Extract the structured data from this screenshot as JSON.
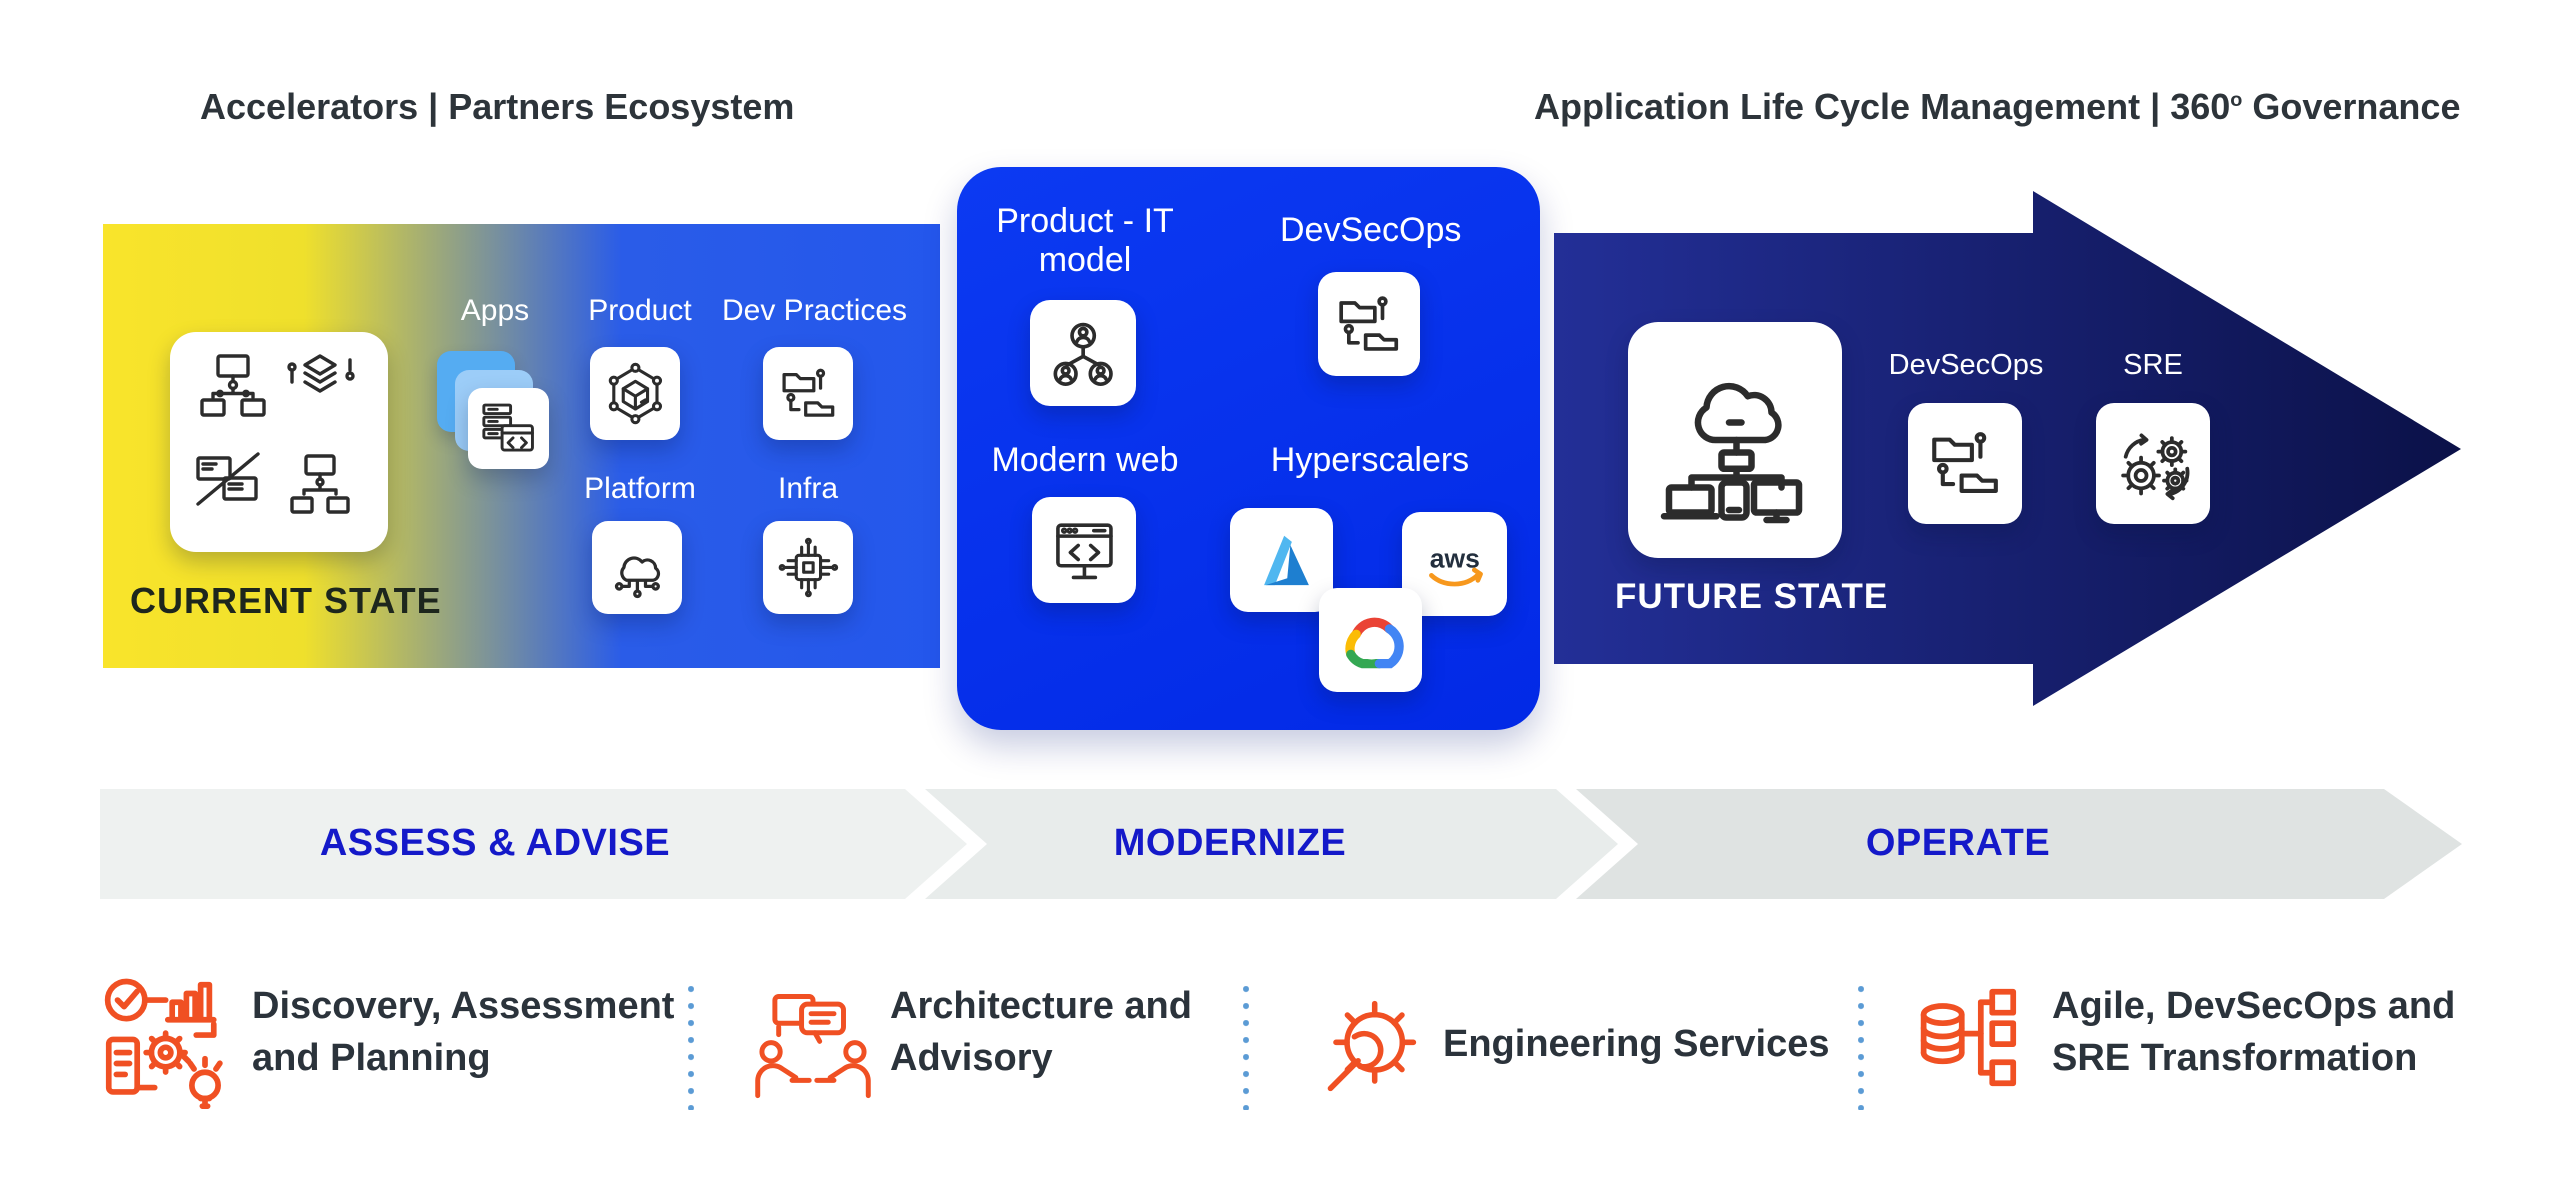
{
  "header": {
    "left": "Accelerators  |  Partners Ecosystem",
    "right_main": "Application Life Cycle Management  |  360",
    "right_degree": "o",
    "right_rest": "Governance"
  },
  "current_state": {
    "title": "CURRENT STATE",
    "labels": {
      "apps": "Apps",
      "product": "Product",
      "dev_practices": "Dev Practices",
      "platform": "Platform",
      "infra": "Infra"
    }
  },
  "modernize_box": {
    "product_it_line1": "Product - IT",
    "product_it_line2": "model",
    "devsecops": "DevSecOps",
    "modern_web": "Modern web",
    "hyperscalers": "Hyperscalers",
    "aws_logo_text": "aws"
  },
  "future_state": {
    "title": "FUTURE STATE",
    "devsecops": "DevSecOps",
    "sre": "SRE"
  },
  "phases": [
    {
      "label": "ASSESS & ADVISE"
    },
    {
      "label": "MODERNIZE"
    },
    {
      "label": "OPERATE"
    }
  ],
  "services": [
    {
      "line1": "Discovery, Assessment",
      "line2": "and Planning"
    },
    {
      "line1": "Architecture and",
      "line2": "Advisory"
    },
    {
      "line1": "Engineering Services",
      "line2": ""
    },
    {
      "line1": "Agile, DevSecOps and",
      "line2": "SRE Transformation"
    }
  ],
  "colors": {
    "mid_blue": "#0531ee",
    "navy_start": "#232f97",
    "navy_end": "#0b1148",
    "yellow": "#f9e42b",
    "phase_text": "#1419c9",
    "orange": "#f05023",
    "divider_blue": "#5b9bd5"
  }
}
